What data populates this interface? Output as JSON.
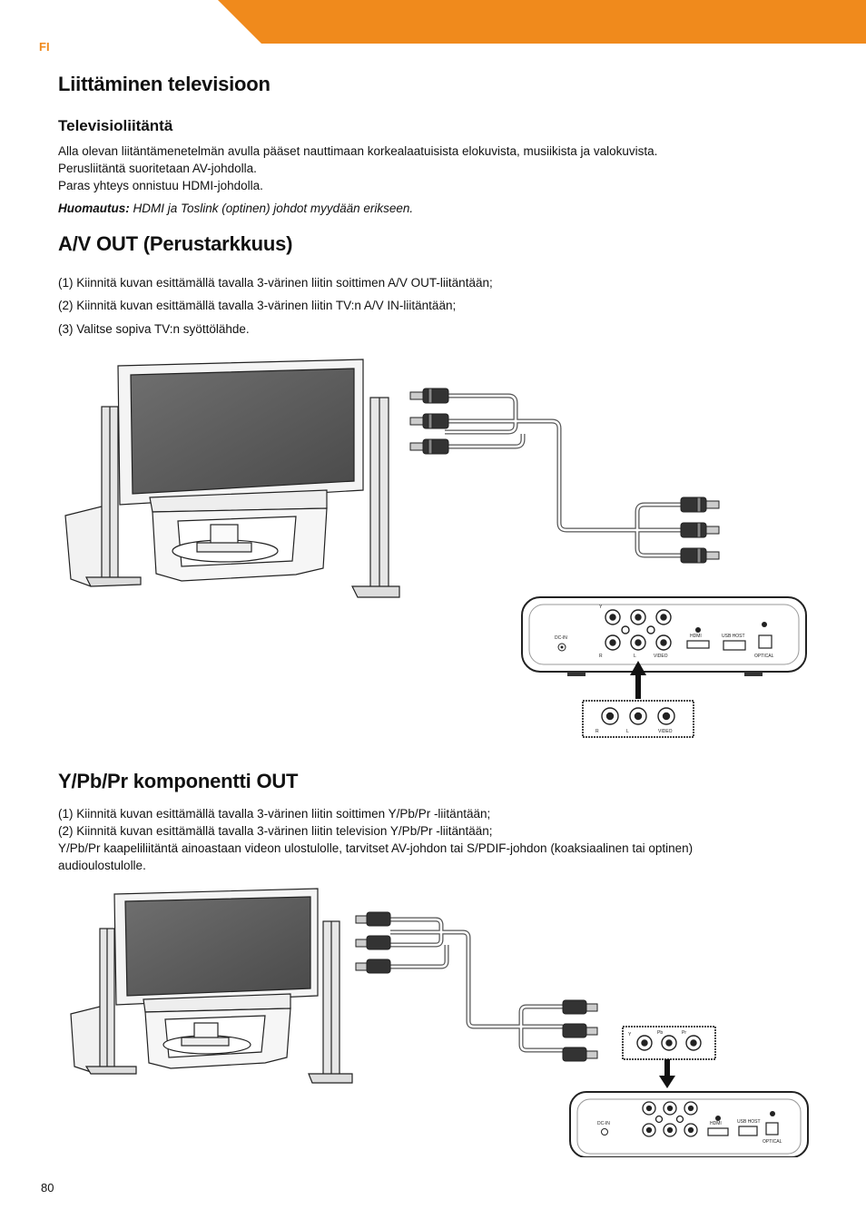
{
  "header": {
    "lang": "FI",
    "accent_color": "#f08a1c"
  },
  "section1": {
    "title": "Liittäminen televisioon",
    "subtitle": "Televisioliitäntä",
    "lines": [
      "Alla olevan liitäntämenetelmän avulla pääset nauttimaan korkealaatuisista elokuvista, musiikista ja valokuvista.",
      "Perusliitäntä suoritetaan AV-johdolla.",
      "Paras yhteys onnistuu HDMI-johdolla."
    ],
    "note_label": "Huomautus:",
    "note_text": " HDMI ja Toslink (optinen) johdot myydään erikseen."
  },
  "section2": {
    "title": "A/V OUT (Perustarkkuus)",
    "steps": [
      "(1) Kiinnitä kuvan esittämällä tavalla 3-värinen liitin soittimen A/V OUT-liitäntään;",
      "(2) Kiinnitä kuvan esittämällä tavalla 3-värinen liitin TV:n A/V IN-liitäntään;",
      "(3) Valitse sopiva TV:n syöttölähde."
    ]
  },
  "section3": {
    "title": "Y/Pb/Pr komponentti OUT",
    "lines": [
      "(1) Kiinnitä kuvan esittämällä tavalla 3-värinen liitin soittimen Y/Pb/Pr -liitäntään;",
      "(2) Kiinnitä kuvan esittämällä tavalla 3-värinen liitin television Y/Pb/Pr -liitäntään;",
      "Y/Pb/Pr kaapeliliitäntä ainoastaan videon ulostulolle, tarvitset AV-johdon tai S/PDIF-johdon (koaksiaalinen tai optinen)",
      "audioulostulolle."
    ]
  },
  "device_labels": {
    "dcin": "DC-IN",
    "hdmi": "HDMI",
    "usb": "USB HOST",
    "optical": "OPTICAL",
    "y": "Y",
    "pb": "Pb",
    "pr": "Pr",
    "r": "R",
    "l": "L",
    "video": "VIDEO"
  },
  "page_number": "80"
}
